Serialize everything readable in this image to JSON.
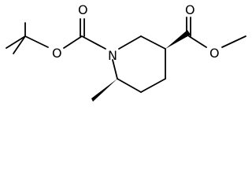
{
  "molecule": {
    "atom_labels": {
      "carbamate_ether_oxygen": "O",
      "carbamate_carbonyl_oxygen": "O",
      "ring_nitrogen": "N",
      "ester_carbonyl_oxygen": "O",
      "ester_ether_oxygen": "O"
    },
    "colors": {
      "bond": "#000000",
      "background": "#ffffff"
    }
  }
}
